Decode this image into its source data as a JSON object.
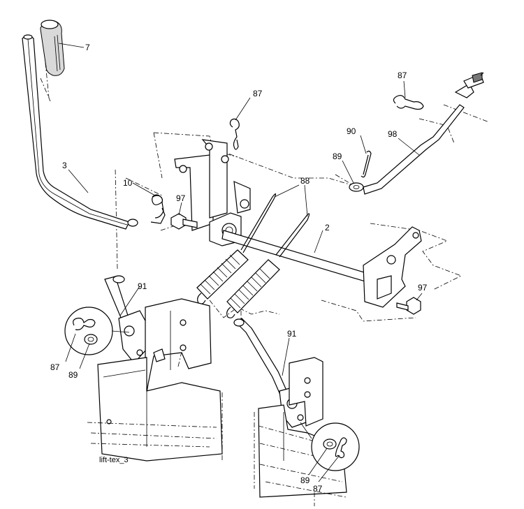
{
  "diagram": {
    "caption": "lift-tex_3",
    "callouts": [
      {
        "id": "c7",
        "text": "7"
      },
      {
        "id": "c3",
        "text": "3"
      },
      {
        "id": "c10",
        "text": "10"
      },
      {
        "id": "c97a",
        "text": "97"
      },
      {
        "id": "c87a",
        "text": "87"
      },
      {
        "id": "c88",
        "text": "88"
      },
      {
        "id": "c2",
        "text": "2"
      },
      {
        "id": "c87b",
        "text": "87"
      },
      {
        "id": "c90",
        "text": "90"
      },
      {
        "id": "c98",
        "text": "98"
      },
      {
        "id": "c89a",
        "text": "89"
      },
      {
        "id": "c91a",
        "text": "91"
      },
      {
        "id": "c87c",
        "text": "87"
      },
      {
        "id": "c89b",
        "text": "89"
      },
      {
        "id": "c97b",
        "text": "97"
      },
      {
        "id": "c91b",
        "text": "91"
      },
      {
        "id": "c89c",
        "text": "89"
      },
      {
        "id": "c87d",
        "text": "87"
      }
    ]
  }
}
